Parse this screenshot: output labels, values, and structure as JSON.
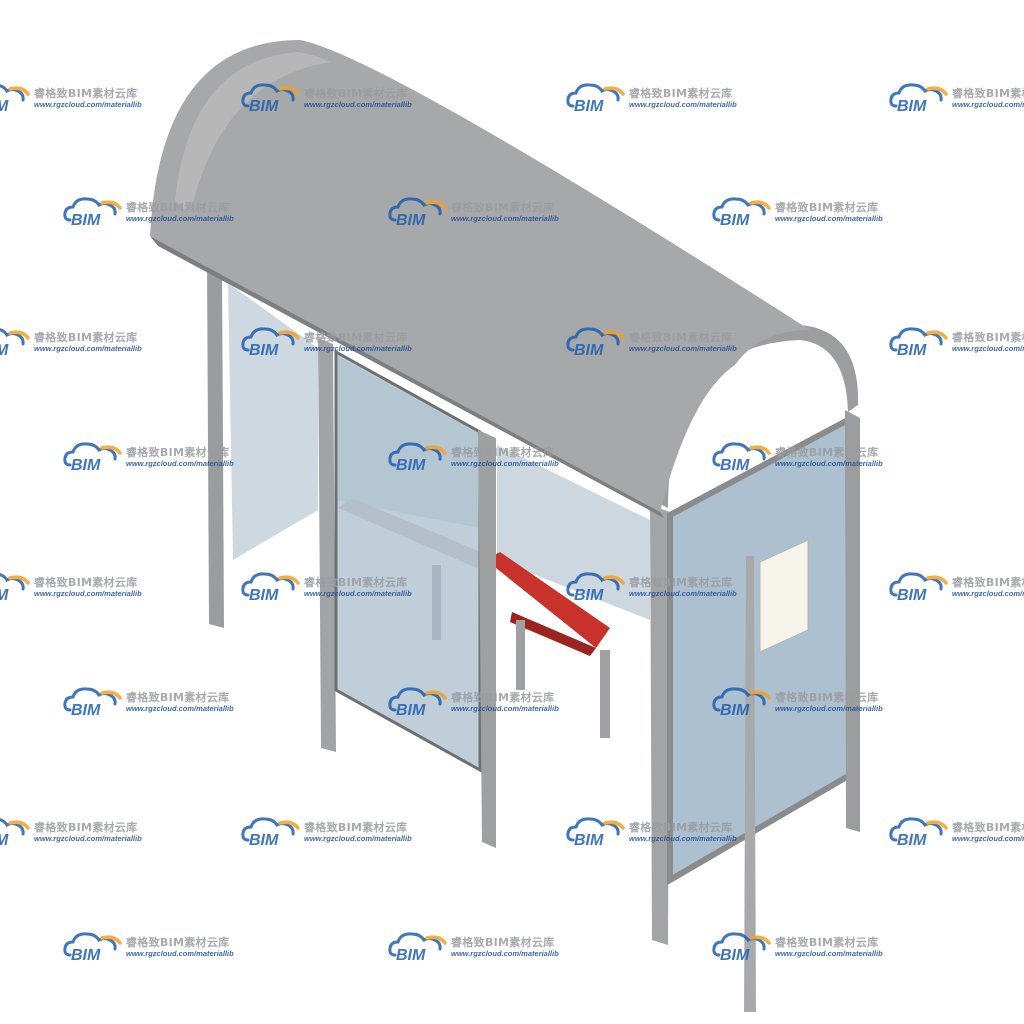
{
  "scene": {
    "subject": "bus-shelter-model",
    "colors": {
      "roof": "#a6a7a8",
      "roof_edge": "#8c8d8e",
      "frame": "#9d9e9f",
      "frame_dark": "#7f8081",
      "glass": "#a9bccc",
      "glass_back": "#c3ced6",
      "bench": "#c0322c",
      "bench_light": "#d9bfbe",
      "poster": "#f5f2e8"
    }
  },
  "watermark": {
    "logo_text": "BIM",
    "title": "睿格致BIM素材云库",
    "url": "www.rgzcloud.com/materiallib",
    "colors": {
      "cloud": "#1f5fb0",
      "swoosh": "#f5a021",
      "text": "#9a9ca2",
      "url": "#1f4f96"
    }
  }
}
